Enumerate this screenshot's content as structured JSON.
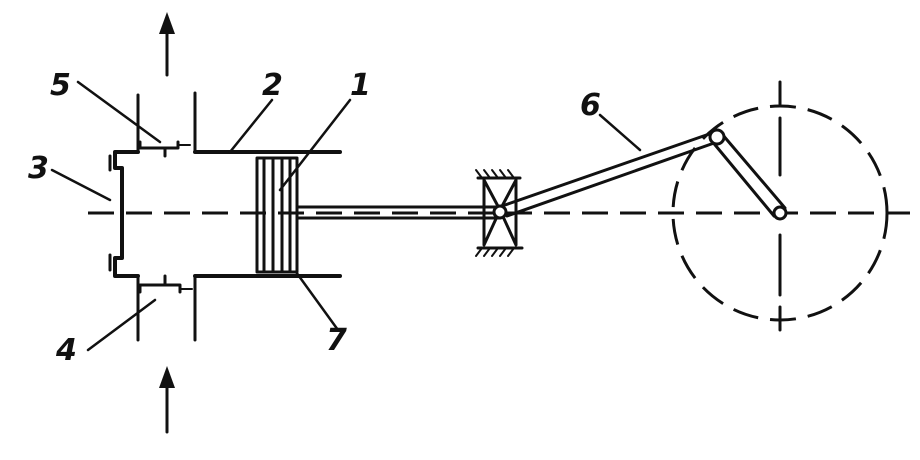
{
  "diagram": {
    "callouts": {
      "piston": "1",
      "cylinder": "2",
      "cylinder_head": "3",
      "intake_valve": "4",
      "exhaust_valve": "5",
      "connecting_rod": "6",
      "piston_rings": "7"
    },
    "colors": {
      "ink": "#111111",
      "background": "#ffffff"
    }
  }
}
